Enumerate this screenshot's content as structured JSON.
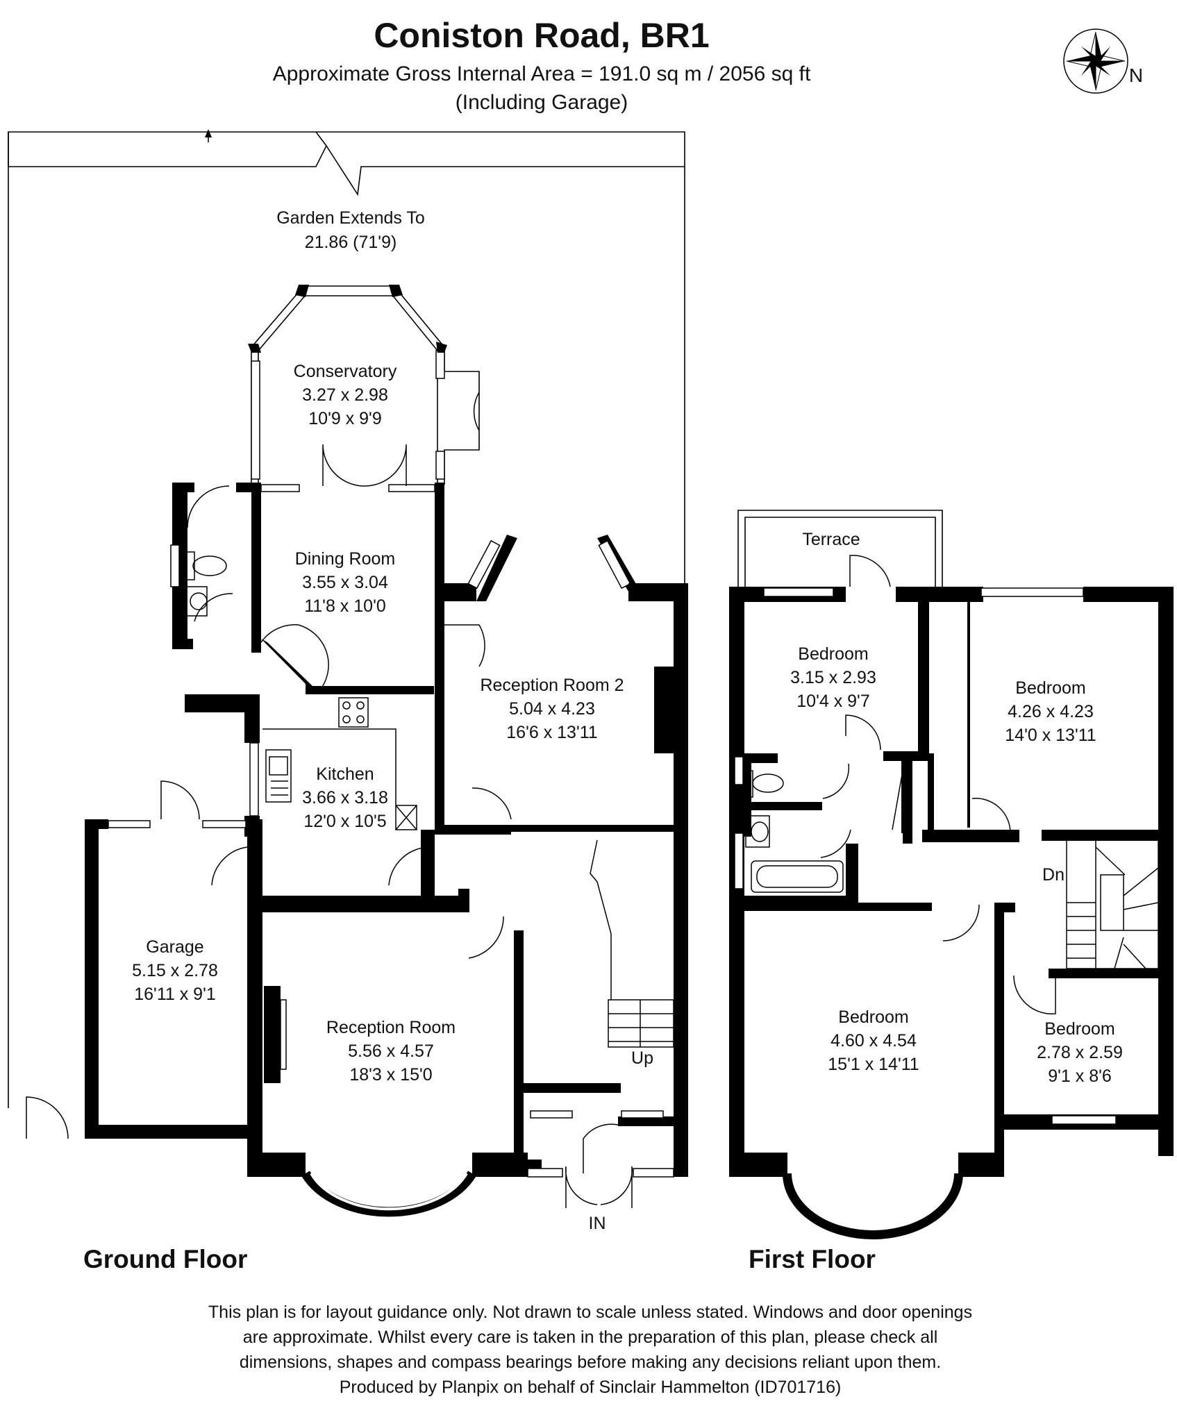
{
  "header": {
    "title": "Coniston Road, BR1",
    "area": "Approximate Gross Internal Area = 191.0 sq m / 2056 sq ft",
    "note": "(Including Garage)",
    "compass": {
      "icon": "compass-rose-icon",
      "label": "N"
    }
  },
  "garden": {
    "label": "Garden Extends To",
    "size": "21.86 (71'9)"
  },
  "ground_floor": {
    "label": "Ground Floor",
    "rooms": [
      {
        "name": "Conservatory",
        "metric": "3.27 x 2.98",
        "imperial": "10'9 x 9'9"
      },
      {
        "name": "Dining Room",
        "metric": "3.55 x 3.04",
        "imperial": "11'8 x 10'0"
      },
      {
        "name": "Reception Room 2",
        "metric": "5.04 x 4.23",
        "imperial": "16'6 x 13'11"
      },
      {
        "name": "Kitchen",
        "metric": "3.66 x 3.18",
        "imperial": "12'0 x 10'5"
      },
      {
        "name": "Garage",
        "metric": "5.15 x 2.78",
        "imperial": "16'11 x 9'1"
      },
      {
        "name": "Reception Room",
        "metric": "5.56 x 4.57",
        "imperial": "18'3 x 15'0"
      }
    ],
    "stairs_label": "Up",
    "entrance_label": "IN"
  },
  "first_floor": {
    "label": "First Floor",
    "terrace_label": "Terrace",
    "rooms": [
      {
        "name": "Bedroom",
        "metric": "3.15 x 2.93",
        "imperial": "10'4 x 9'7"
      },
      {
        "name": "Bedroom",
        "metric": "4.26 x 4.23",
        "imperial": "14'0 x 13'11"
      },
      {
        "name": "Bedroom",
        "metric": "4.60 x 4.54",
        "imperial": "15'1 x 14'11"
      },
      {
        "name": "Bedroom",
        "metric": "2.78 x 2.59",
        "imperial": "9'1 x 8'6"
      }
    ],
    "stairs_label": "Dn"
  },
  "footer": {
    "lines": [
      "This plan is for layout guidance only. Not drawn to scale unless stated. Windows and door openings",
      "are approximate. Whilst every care is taken in the preparation of this plan, please check all",
      "dimensions, shapes and compass bearings before making any decisions reliant upon them.",
      "Produced by Planpix on behalf of Sinclair Hammelton (ID701716)"
    ]
  }
}
